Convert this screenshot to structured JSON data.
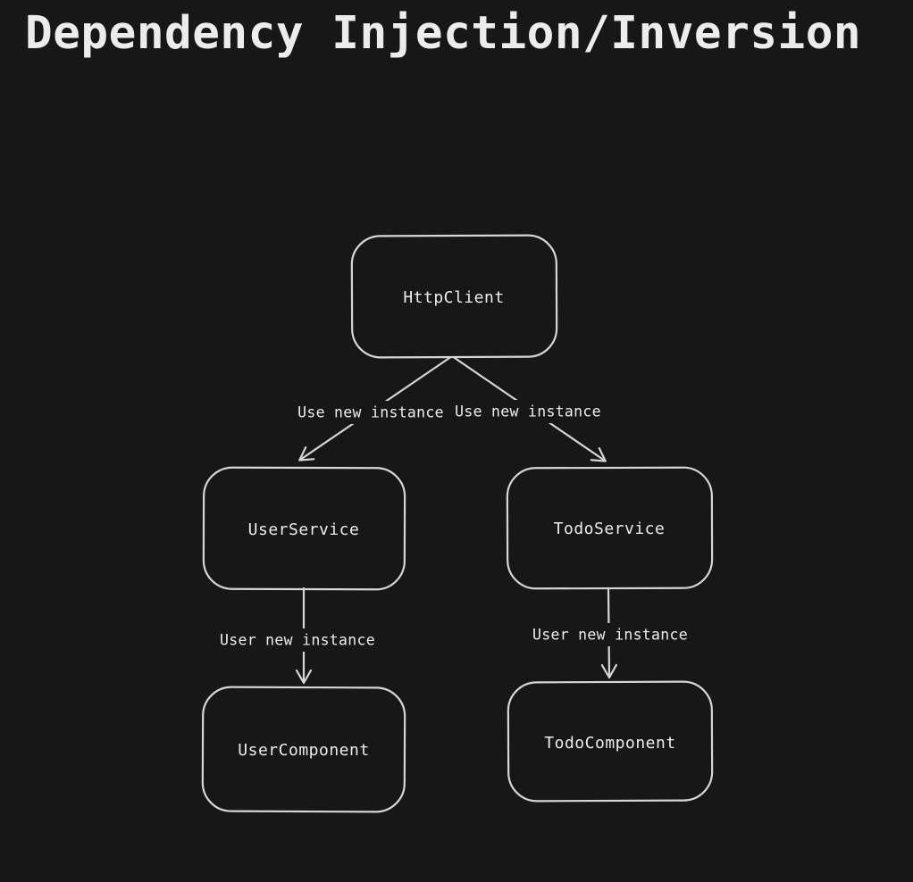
{
  "title": "Dependency Injection/Inversion",
  "theme": {
    "bg": "#171717",
    "stroke": "#d6d6d6",
    "text": "#ececec"
  },
  "diagram": {
    "nodes": [
      {
        "id": "httpclient",
        "label": "HttpClient"
      },
      {
        "id": "userservice",
        "label": "UserService"
      },
      {
        "id": "todoservice",
        "label": "TodoService"
      },
      {
        "id": "usercomponent",
        "label": "UserComponent"
      },
      {
        "id": "todocomponent",
        "label": "TodoComponent"
      }
    ],
    "edges": [
      {
        "from": "httpclient",
        "to": "userservice",
        "label": "Use new instance"
      },
      {
        "from": "httpclient",
        "to": "todoservice",
        "label": "Use new instance"
      },
      {
        "from": "userservice",
        "to": "usercomponent",
        "label": "User new instance"
      },
      {
        "from": "todoservice",
        "to": "todocomponent",
        "label": "User new instance"
      }
    ]
  }
}
